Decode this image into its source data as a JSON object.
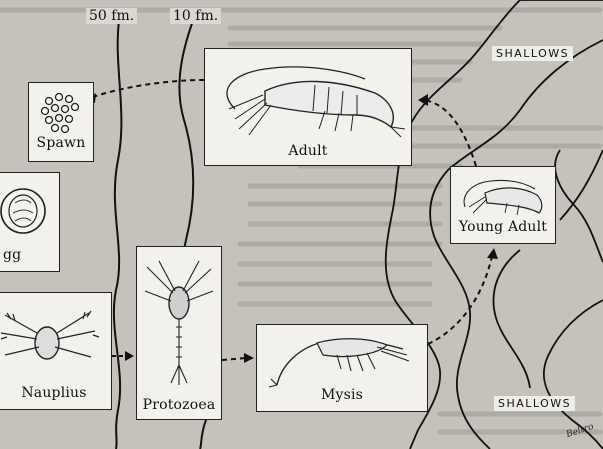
{
  "depth_lines": {
    "fifty": "50 fm.",
    "ten": "10 fm."
  },
  "zones": {
    "shallows_top": "SHALLOWS",
    "shallows_bottom": "SHALLOWS"
  },
  "stages": {
    "spawn": "Spawn",
    "egg": "gg",
    "nauplius": "Nauplius",
    "protozoea": "Protozoea",
    "mysis": "Mysis",
    "adult": "Adult",
    "young_adult": "Young Adult"
  },
  "signature": "Beltro",
  "colors": {
    "background": "#c4c2bb",
    "panel": "#f2f1ec",
    "ink": "#1a1a1a"
  }
}
